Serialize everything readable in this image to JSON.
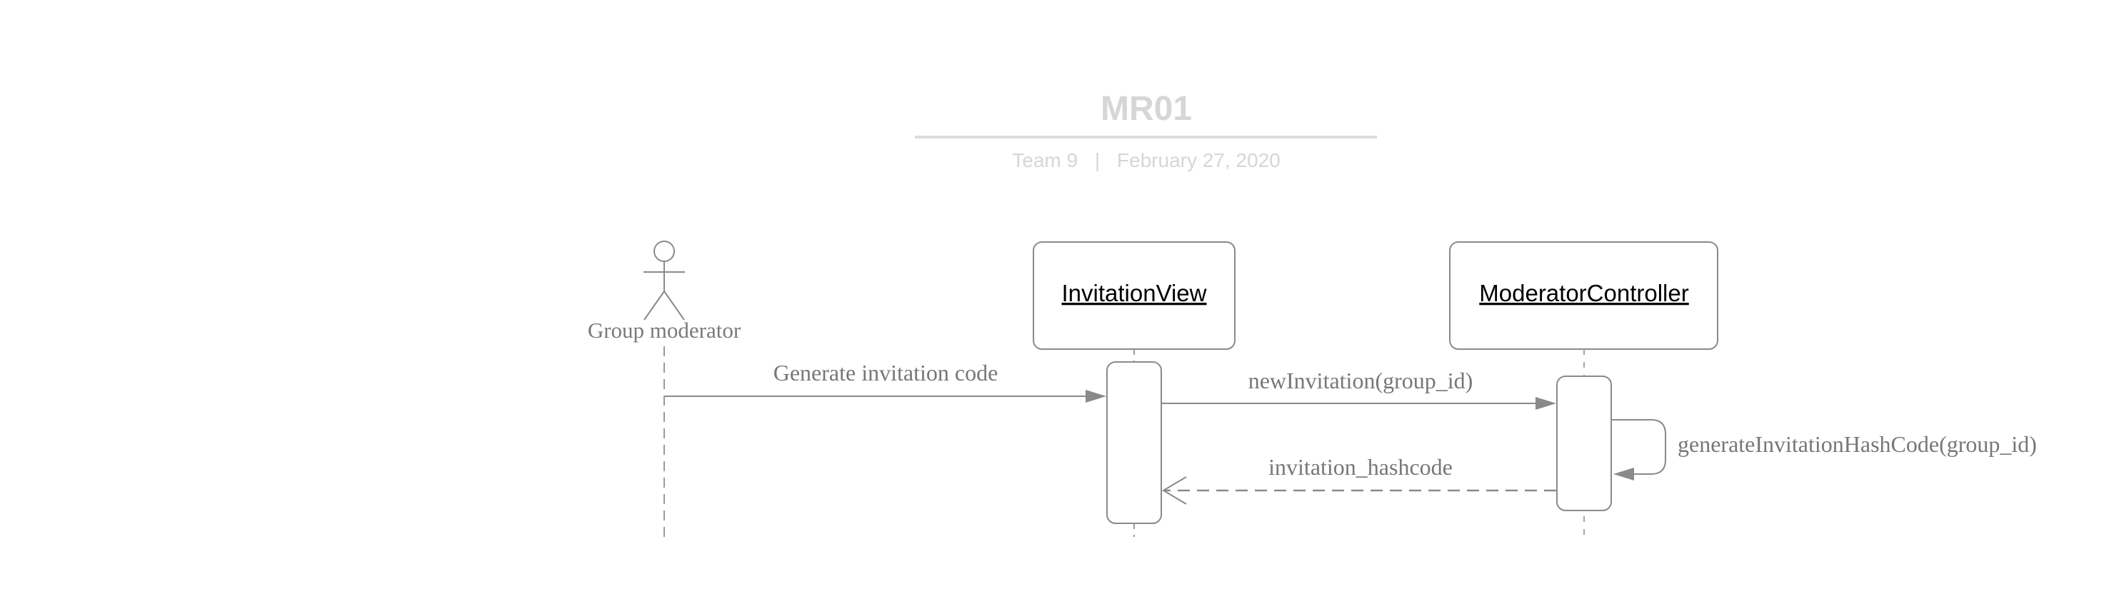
{
  "header": {
    "title": "MR01",
    "team": "Team 9",
    "separator": "|",
    "date": "February 27, 2020"
  },
  "actor": {
    "label": "Group moderator"
  },
  "lifelines": [
    {
      "label": "InvitationView"
    },
    {
      "label": "ModeratorController"
    }
  ],
  "messages": [
    {
      "label": "Generate invitation code",
      "from": "Group moderator",
      "to": "InvitationView",
      "kind": "sync"
    },
    {
      "label": "newInvitation(group_id)",
      "from": "InvitationView",
      "to": "ModeratorController",
      "kind": "sync"
    },
    {
      "label": "generateInvitationHashCode(group_id)",
      "from": "ModeratorController",
      "to": "ModeratorController",
      "kind": "self"
    },
    {
      "label": "invitation_hashcode",
      "from": "ModeratorController",
      "to": "InvitationView",
      "kind": "return"
    }
  ],
  "colors": {
    "line": "#8a8a8a",
    "header": "#d6d6d6",
    "object_text": "#000000",
    "message_text": "#777777"
  }
}
